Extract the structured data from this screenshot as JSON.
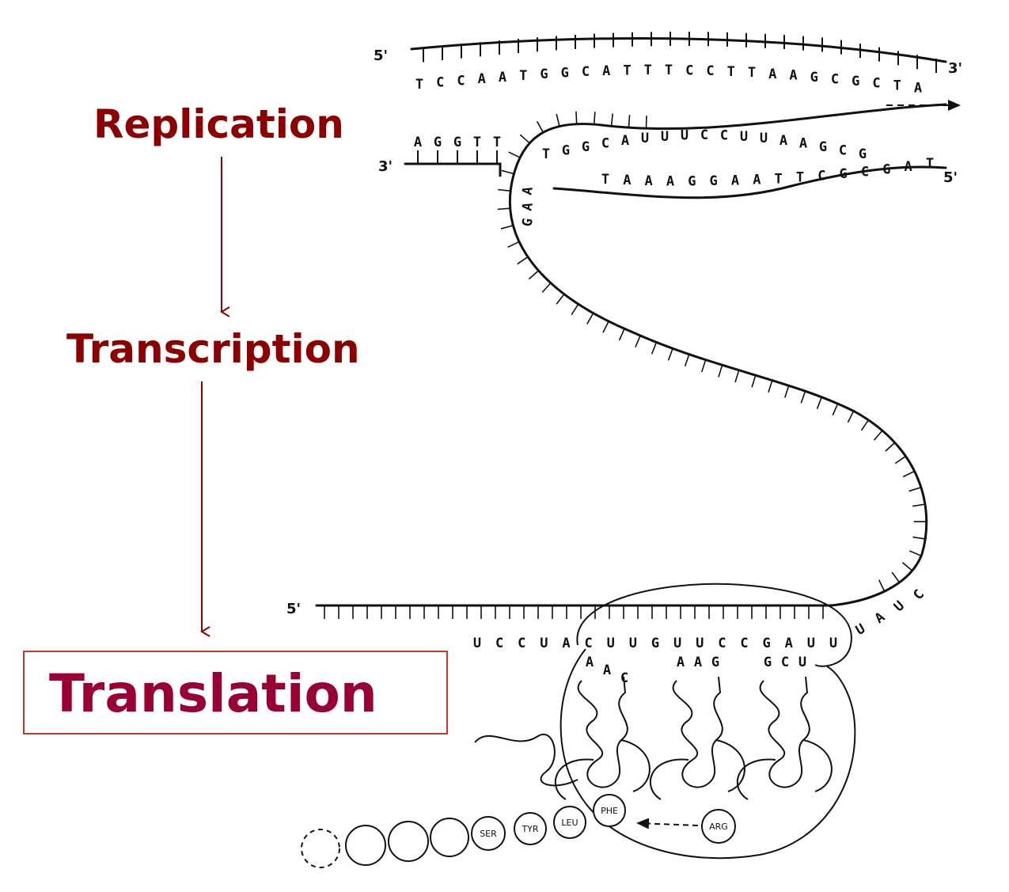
{
  "colors": {
    "step_text": "#8b0000",
    "highlight_text": "#990033",
    "highlight_border": "#c0392b",
    "arrow": "#8b0000",
    "ink": "#111111"
  },
  "steps": {
    "replication": "Replication",
    "transcription": "Transcription",
    "translation": "Translation"
  },
  "dna": {
    "top_strand_5": "5'",
    "top_strand_3": "3'",
    "top_bases": [
      "T",
      "C",
      "C",
      "A",
      "A",
      "T",
      "G",
      "G",
      "C",
      "A",
      "T",
      "T",
      "T",
      "C",
      "C",
      "T",
      "T",
      "A",
      "A",
      "G",
      "C",
      "G",
      "C",
      "T",
      "A"
    ],
    "lower_left_3": "3'",
    "lower_left_bases": [
      "A",
      "G",
      "G",
      "T",
      "T"
    ],
    "loop_bases": [
      "G",
      "A",
      "A"
    ],
    "rna_bases": [
      "T",
      "G",
      "G",
      "C",
      "A",
      "U",
      "U",
      "U",
      "C",
      "C",
      "U",
      "U",
      "A",
      "A",
      "G",
      "C",
      "G"
    ],
    "template_bases": [
      "T",
      "A",
      "A",
      "A",
      "G",
      "G",
      "A",
      "A",
      "T",
      "T",
      "C",
      "G",
      "C",
      "G",
      "A",
      "T"
    ],
    "lower_right_5": "5'"
  },
  "mrna": {
    "five_prime": "5'",
    "bases": [
      "U",
      "C",
      "C",
      "U",
      "A",
      "C",
      "U",
      "U",
      "G",
      "U",
      "U",
      "C",
      "C",
      "G",
      "A",
      "U",
      "U"
    ],
    "tail_bases": [
      "U",
      "A",
      "U",
      "C"
    ]
  },
  "anticodons": [
    [
      "A",
      "A",
      "C"
    ],
    [
      "A",
      "A",
      "G"
    ],
    [
      "G",
      "C",
      "U"
    ]
  ],
  "amino_acids": [
    "SER",
    "TYR",
    "LEU",
    "PHE",
    "ARG"
  ]
}
